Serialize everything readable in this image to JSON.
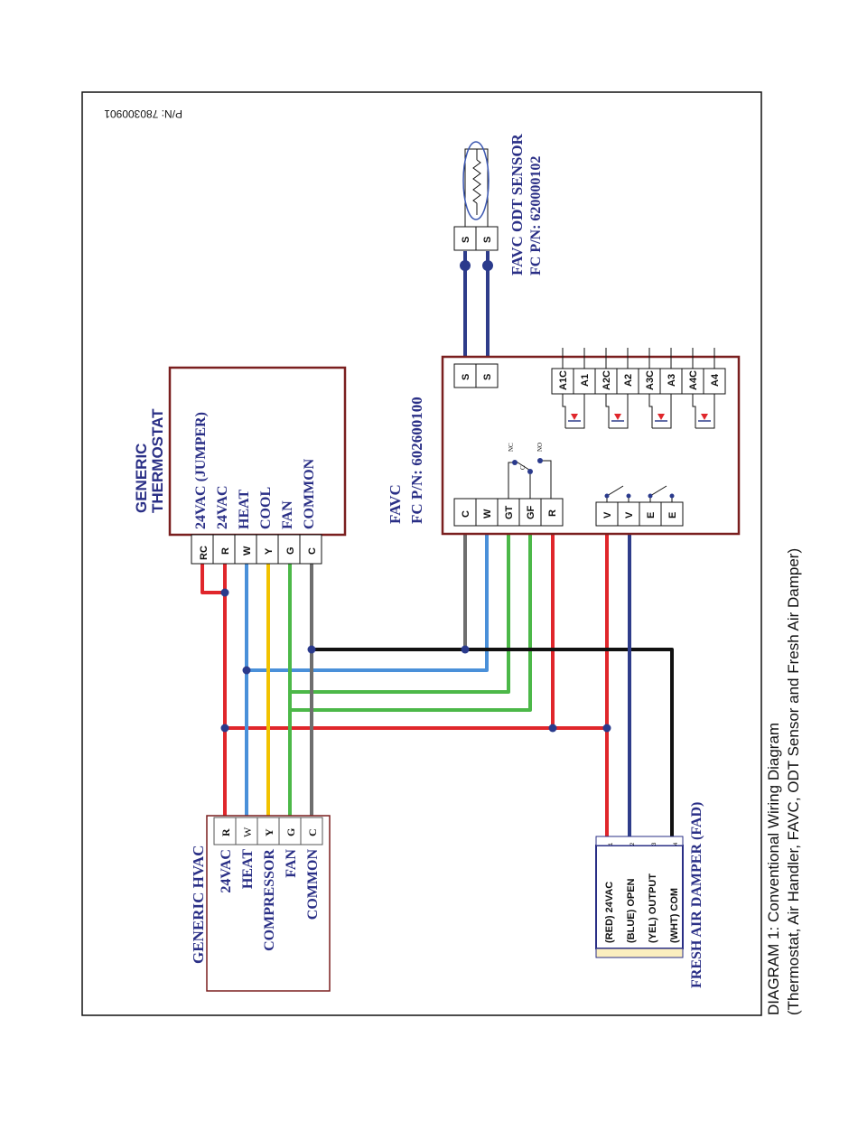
{
  "caption": {
    "line1": "DIAGRAM 1:  Conventional Wiring Diagram",
    "line2": "(Thermostat, Air Handler, FAVC, ODT Sensor and Fresh Air Damper)"
  },
  "part_number": "P/N: 780300901",
  "thermostat": {
    "title1": "GENERIC",
    "title2": "THERMOSTAT",
    "functions": [
      "24VAC (JUMPER)",
      "24VAC",
      "HEAT",
      "COOL",
      "FAN",
      "COMMON"
    ],
    "terminals": [
      "RC",
      "R",
      "W",
      "Y",
      "G",
      "C"
    ]
  },
  "hvac": {
    "title": "GENERIC HVAC",
    "functions": [
      "24VAC",
      "HEAT",
      "COMPRESSOR",
      "FAN",
      "COMMON"
    ],
    "terminals": [
      "R",
      "W",
      "Y",
      "G",
      "C"
    ]
  },
  "favc": {
    "title": "FAVC",
    "part": "FC P/N: 602600100",
    "terminals_main": [
      "C",
      "W",
      "GT",
      "GF",
      "R"
    ],
    "terminals_v": [
      "V",
      "V",
      "E",
      "E"
    ],
    "terminals_s": [
      "S",
      "S"
    ],
    "terminals_a": [
      "A1C",
      "A1",
      "A2C",
      "A2",
      "A3C",
      "A3",
      "A4C",
      "A4"
    ],
    "relay_labels": [
      "NC",
      "C",
      "NO"
    ]
  },
  "odt_sensor": {
    "title": "FAVC ODT SENSOR",
    "part": "FC P/N: 620000102",
    "terminals": [
      "S",
      "S"
    ]
  },
  "fad": {
    "title": "FRESH AIR DAMPER (FAD)",
    "wires": [
      "(RED) 24VAC",
      "(BLUE) OPEN",
      "(YEL) OUTPUT",
      "(WHT) COM"
    ],
    "pins": [
      "1",
      "2",
      "3",
      "4"
    ]
  },
  "colors": {
    "border": "#7a1f1f",
    "text": "#2a2f86",
    "red": "#e0262b",
    "blue": "#4a90d9",
    "yellow": "#f2c200",
    "green": "#4cb848",
    "gray": "#6e6e6e",
    "black": "#111111",
    "navy_wire": "#2e3c8a",
    "node": "#2a3a8c"
  }
}
